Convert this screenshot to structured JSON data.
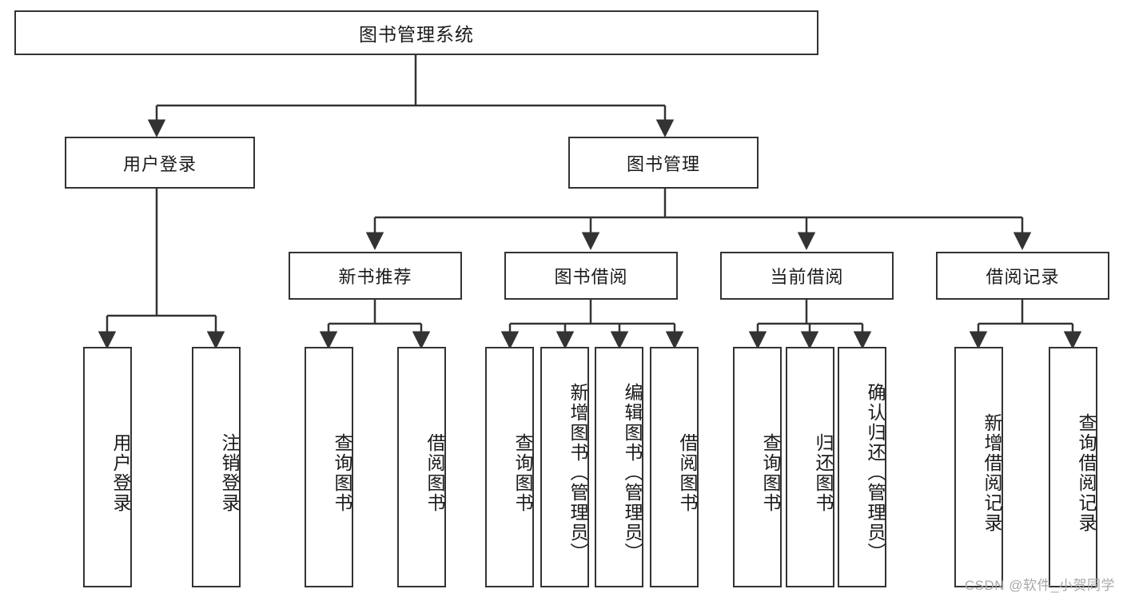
{
  "diagram": {
    "title": "图书管理系统",
    "type": "tree-hierarchy",
    "watermark": "CSDN @软件_小贺同学",
    "colors": {
      "stroke": "#333333",
      "fill": "#ffffff",
      "text": "#1a1a1a",
      "watermark": "#a8a8a8"
    },
    "root": {
      "label": "图书管理系统"
    },
    "level2": [
      {
        "label": "用户登录"
      },
      {
        "label": "图书管理"
      }
    ],
    "level3": [
      {
        "label": "新书推荐"
      },
      {
        "label": "图书借阅"
      },
      {
        "label": "当前借阅"
      },
      {
        "label": "借阅记录"
      }
    ],
    "leaves": {
      "user_login": [
        {
          "label": "用户登录"
        },
        {
          "label": "注销登录"
        }
      ],
      "new_book_recommend": [
        {
          "label": "查询图书"
        },
        {
          "label": "借阅图书"
        }
      ],
      "book_borrow": [
        {
          "label": "查询图书"
        },
        {
          "label": "新增图书（管理员）"
        },
        {
          "label": "编辑图书（管理员）"
        },
        {
          "label": "借阅图书"
        }
      ],
      "current_borrow": [
        {
          "label": "查询图书"
        },
        {
          "label": "归还图书"
        },
        {
          "label": "确认归还（管理员）"
        }
      ],
      "borrow_record": [
        {
          "label": "新增借阅记录"
        },
        {
          "label": "查询借阅记录"
        }
      ]
    }
  }
}
